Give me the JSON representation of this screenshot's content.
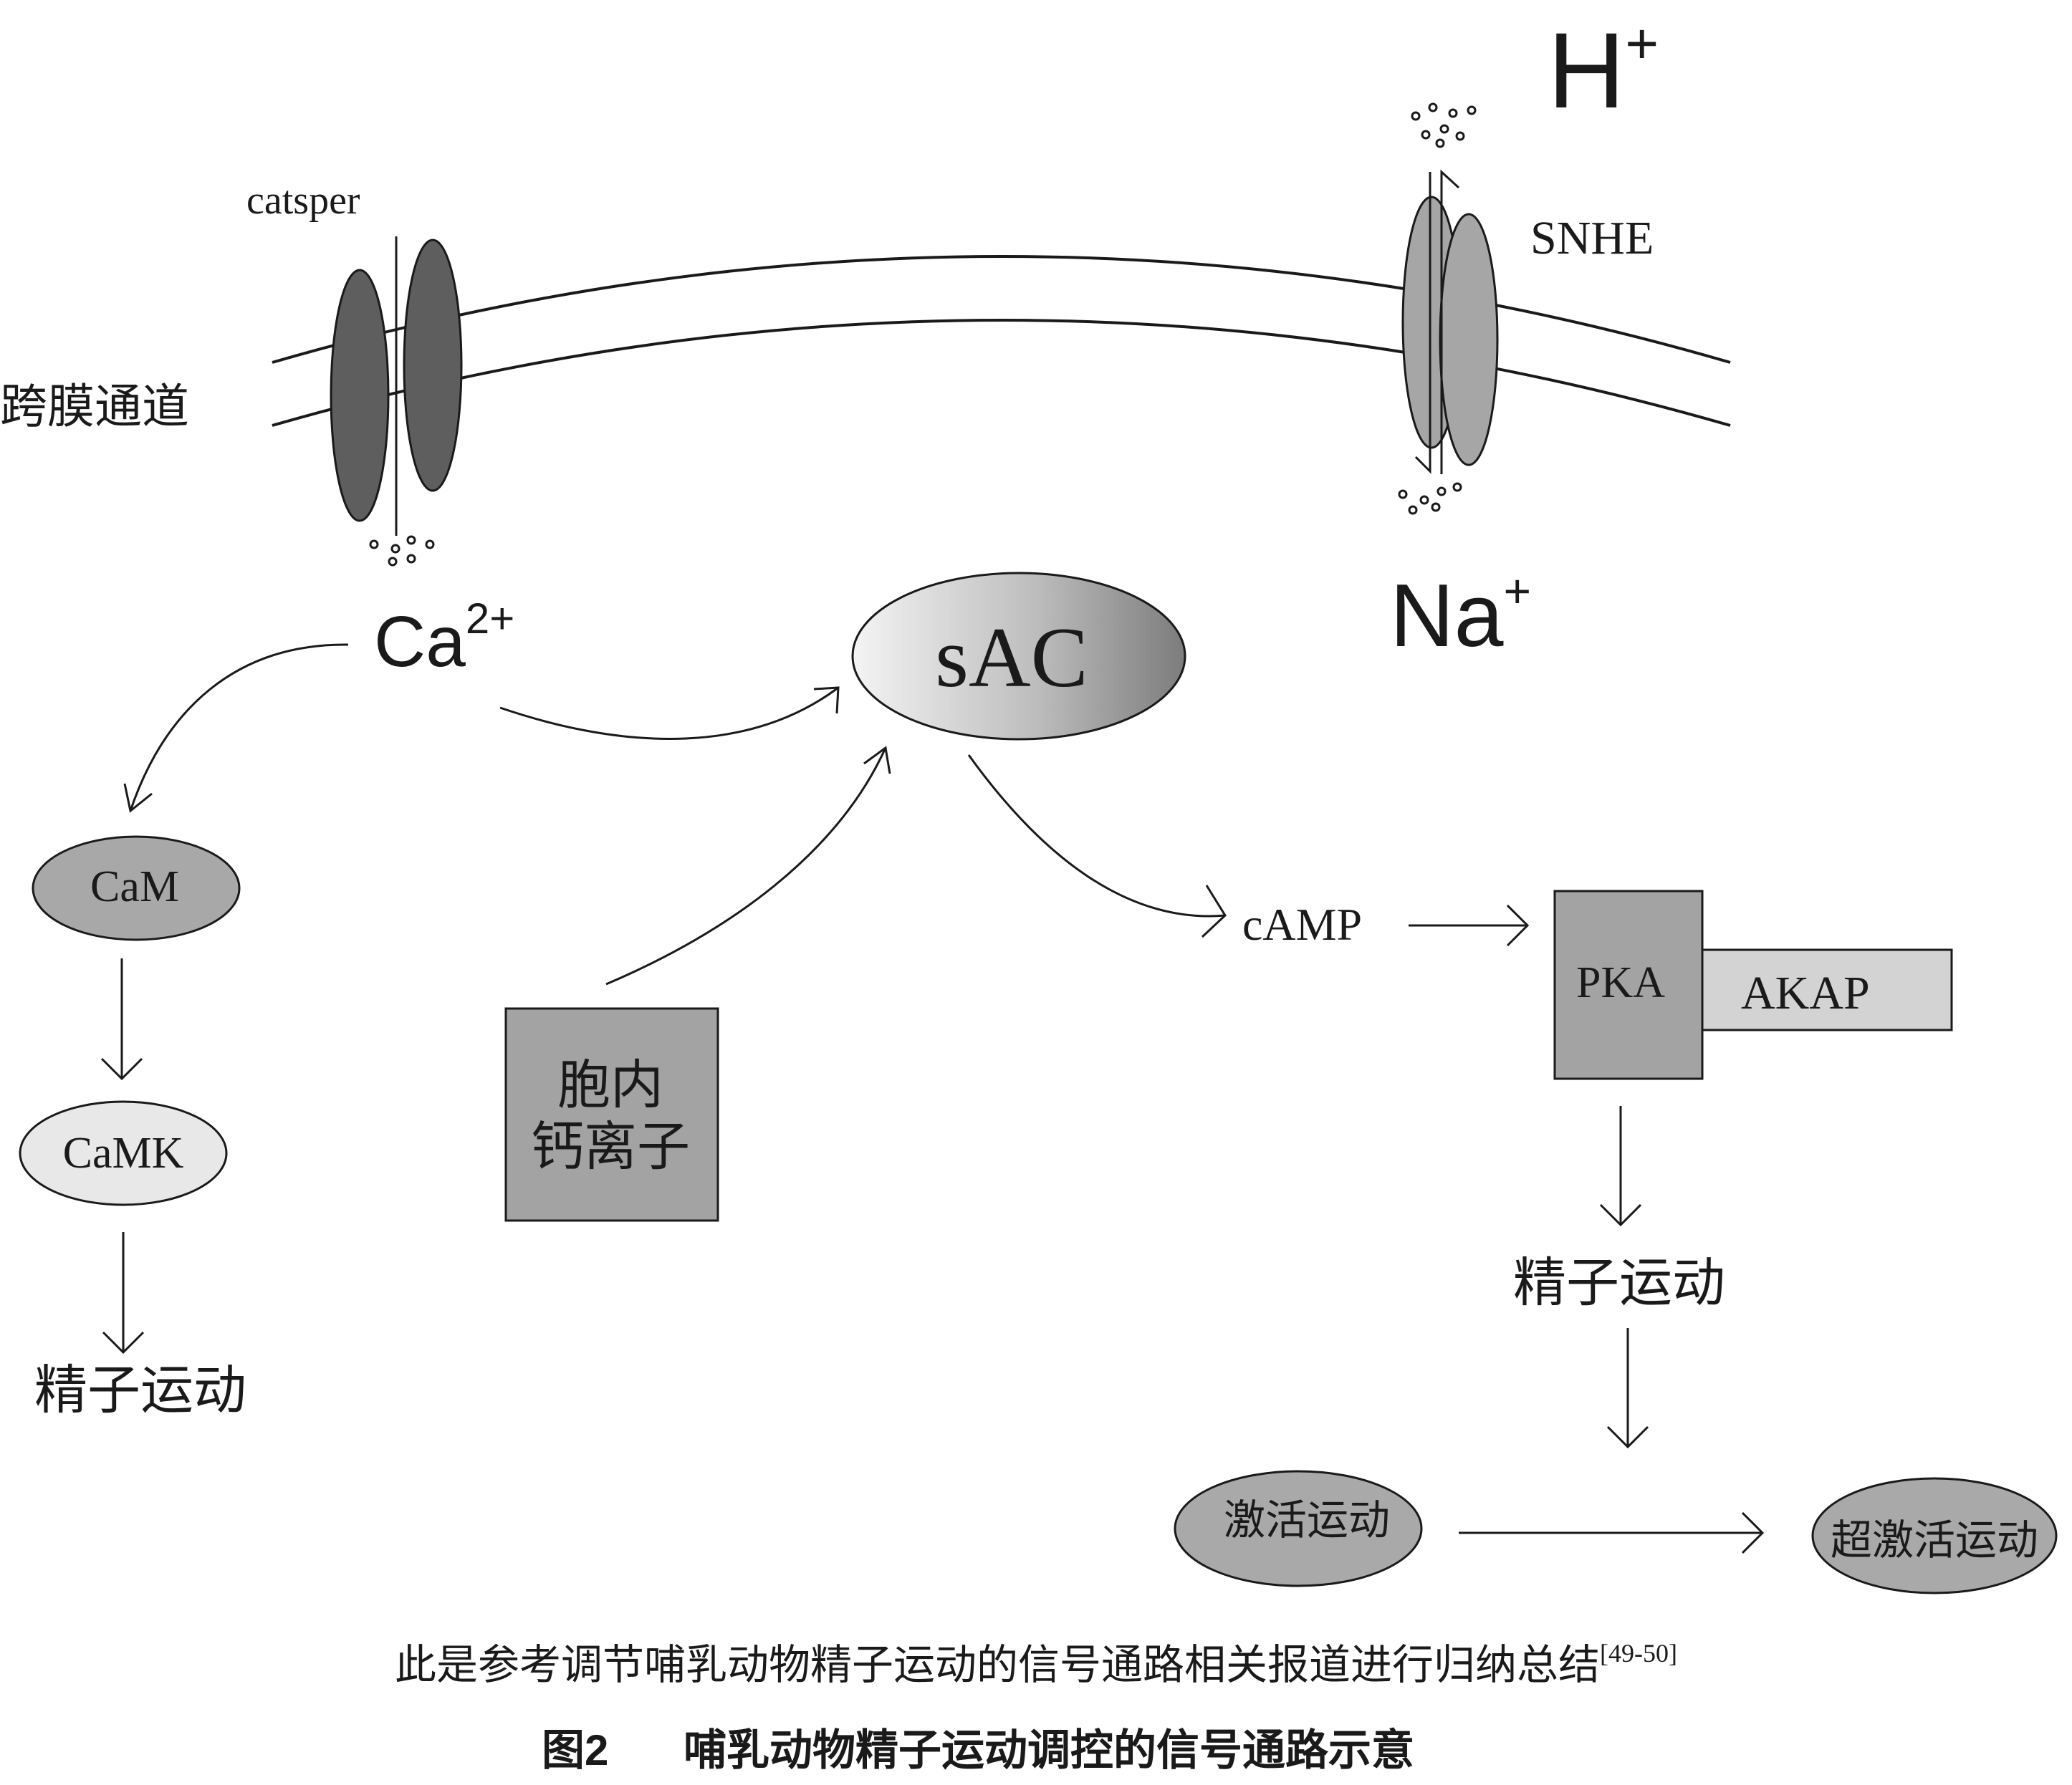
{
  "diagram": {
    "membrane_label": "跨膜通道",
    "catsper": "catsper",
    "snhe": "SNHE",
    "h_ion": {
      "base": "H",
      "sup": "+"
    },
    "na_ion": {
      "base": "Na",
      "sup": "+"
    },
    "ca_ion": {
      "base": "Ca",
      "sup": "2+"
    },
    "sac": "sAC",
    "cam": "CaM",
    "camk": "CaMK",
    "motility_left": "精子运动",
    "intracellular_ca_line1": "胞内",
    "intracellular_ca_line2": "钙离子",
    "camp": "cAMP",
    "pka": "PKA",
    "akap": "AKAP",
    "motility_right": "精子运动",
    "activated_motility": "激活运动",
    "hyperactivated_motility": "超激活运动"
  },
  "caption": {
    "note": "此是参考调节哺乳动物精子运动的信号通路相关报道进行归纳总结",
    "note_ref": "[49-50]",
    "figure_label": "图2",
    "figure_title": "哺乳动物精子运动调控的信号通路示意"
  },
  "colors": {
    "catsper_channel": "#5e5e5e",
    "snhe_channel": "#a6a6a6",
    "box_gray": "#a3a3a3",
    "akap_fill": "#d3d3d3",
    "cam_fill": "#a8a8a8",
    "camk_fill": "#e8e8e8",
    "oval_gray": "#a9a9a9"
  }
}
